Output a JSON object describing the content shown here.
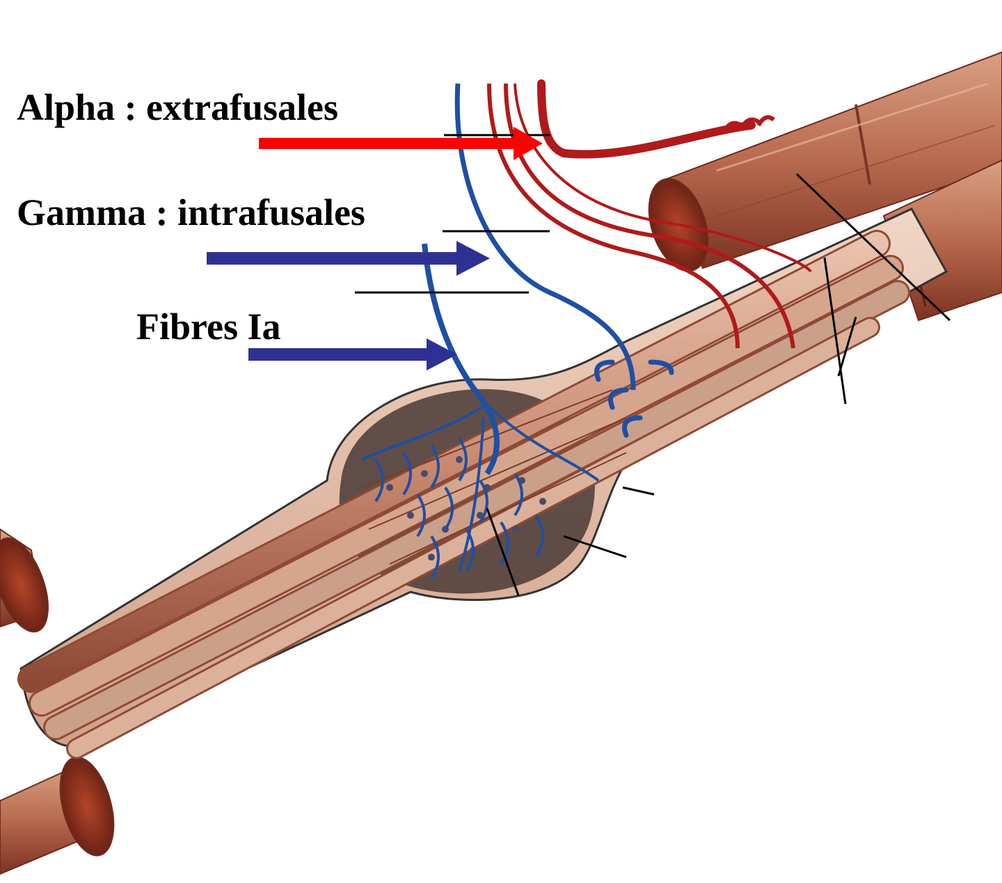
{
  "labels": {
    "alpha": "Alpha : extrafusales",
    "gamma": "Gamma : intrafusales",
    "ia": "Fibres Ia"
  },
  "colors": {
    "alpha_arrow": "#ff0000",
    "gamma_arrow": "#2e3192",
    "alpha_nerve": "#b01a1a",
    "gamma_nerve": "#1f4fa3",
    "muscle_fiber": "#c98a72",
    "muscle_dark": "#8a3e2a",
    "spindle_capsule": "#e8c4b0",
    "text": "#000000"
  }
}
